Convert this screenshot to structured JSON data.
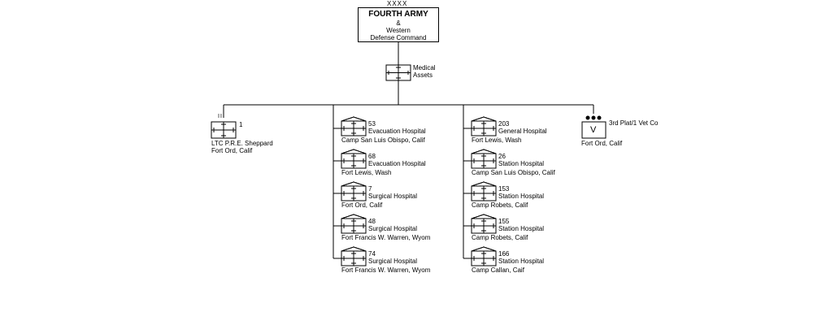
{
  "hq": {
    "echelon": "XXXX",
    "name": "FOURTH ARMY",
    "amp": "&",
    "line2": "Western",
    "line3": "Defense Command"
  },
  "medical": {
    "label1": "Medical",
    "label2": "Assets"
  },
  "col1": {
    "echelon": "III",
    "number": "1",
    "line1": "LTC  P.R.E. Sheppard",
    "line2": "Fort Ord, Calif"
  },
  "col2": [
    {
      "number": "53",
      "type": "Evacuation Hospital",
      "location": "Camp San Luis Obispo, Calif"
    },
    {
      "number": "68",
      "type": "Evacuation Hospital",
      "location": "Fort Lewis, Wash"
    },
    {
      "number": "7",
      "type": "Surgical Hospital",
      "location": "Fort Ord, Calif"
    },
    {
      "number": "48",
      "type": "Surgical Hospital",
      "location": "Fort Francis W. Warren, Wyom"
    },
    {
      "number": "74",
      "type": "Surgical Hospital",
      "location": "Fort Francis W. Warren, Wyom"
    }
  ],
  "col3": [
    {
      "number": "203",
      "type": "General Hospital",
      "location": "Fort Lewis, Wash"
    },
    {
      "number": "26",
      "type": "Station Hospital",
      "location": "Camp San Luis Obispo, Calif"
    },
    {
      "number": "153",
      "type": "Station Hospital",
      "location": "Camp Robets, Calif"
    },
    {
      "number": "155",
      "type": "Station Hospital",
      "location": "Camp Robets, Calif"
    },
    {
      "number": "166",
      "type": "Station Hospital",
      "location": "Camp Callan, Caif"
    }
  ],
  "col4": {
    "echelon": "●●●",
    "symbol": "V",
    "label": "3rd Plat/1 Vet Co",
    "location": "Fort Ord, Calif"
  }
}
